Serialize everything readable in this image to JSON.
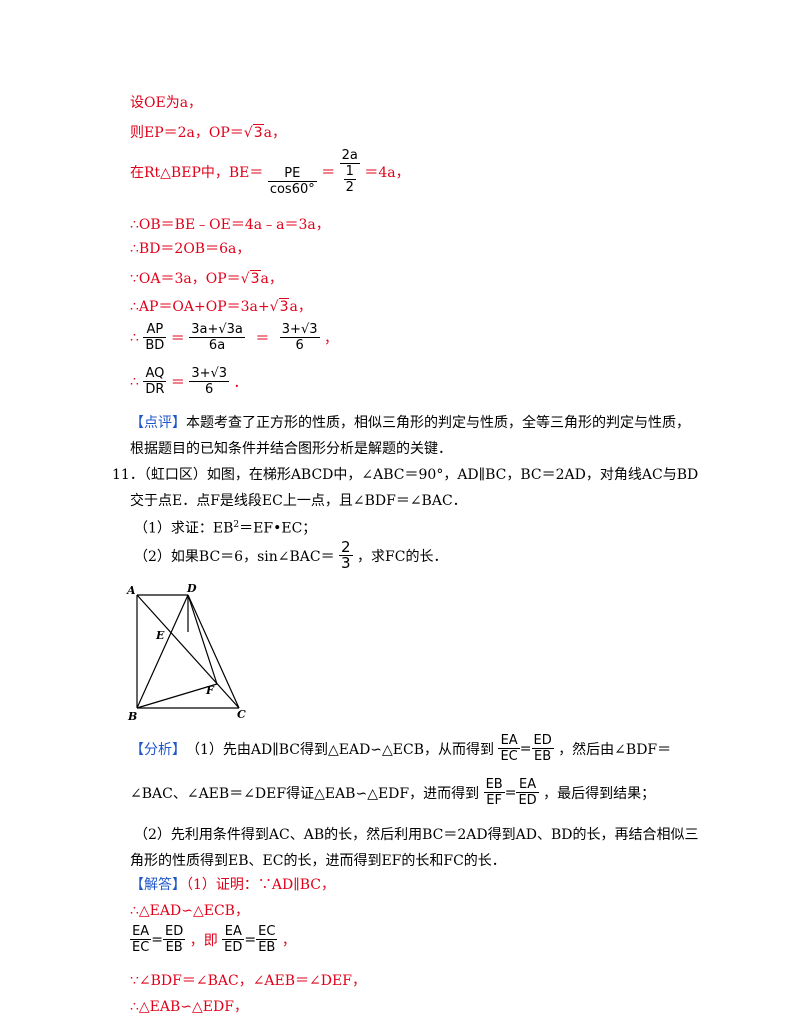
{
  "lines": {
    "l1": "设OE为a，",
    "l2a": "则EP＝2a，OP＝",
    "l2b": "3",
    "l2c": "a，",
    "l3a": "在Rt△BEP中，BE＝",
    "l3_frac_num": "PE",
    "l3_frac_den": "cos60°",
    "l3b": "＝",
    "l3_big_num": "2a",
    "l3_small_num": "1",
    "l3_small_den": "2",
    "l3c": "＝4a，",
    "l4": "∴OB＝BE﹣OE＝4a﹣a＝3a，",
    "l5": "∴BD＝2OB＝6a，",
    "l6a": "∵OA＝3a，OP＝",
    "l6b": "3",
    "l6c": "a，",
    "l7a": "∴AP＝OA+OP＝3a+",
    "l7b": "3",
    "l7c": "a，",
    "l8_prefix": "∴",
    "l8_f1_num": "AP",
    "l8_f1_den": "BD",
    "l8_eq1": "＝",
    "l8_f2_num": "3a+√3a",
    "l8_f2_den": "6a",
    "l8_eq2": "＝",
    "l8_f3_num": "3+√3",
    "l8_f3_den": "6",
    "l8_end": "，",
    "l9_prefix": "∴",
    "l9_f1_num": "AQ",
    "l9_f1_den": "DR",
    "l9_eq": "＝",
    "l9_f2_num": "3+√3",
    "l9_f2_den": "6",
    "l9_end": "．",
    "comment_tag": "【点评】",
    "comment_1": "本题考查了正方形的性质，相似三角形的判定与性质，全等三角形的判定与性质，",
    "comment_2": "根据题目的已知条件并结合图形分析是解题的关键．",
    "q11_1": "11．（虹口区）如图，在梯形ABCD中，∠ABC＝90°，AD∥BC，BC＝2AD，对角线AC与BD",
    "q11_2": "交于点E．点F是线段EC上一点，且∠BDF＝∠BAC．",
    "q11_3a": "（1）求证：EB",
    "q11_3sup": "2",
    "q11_3b": "＝EF•EC；",
    "q11_4a": "（2）如果BC＝6，sin∠BAC＝",
    "q11_4_num": "2",
    "q11_4_den": "3",
    "q11_4b": "，求FC的长．",
    "analysis_tag": "【分析】",
    "an1a": "（1）先由AD∥BC得到△EAD∽△ECB，从而得到",
    "an1_n1": "EA",
    "an1_d1": "EC",
    "an1_eq": "=",
    "an1_n2": "ED",
    "an1_d2": "EB",
    "an1b": "，然后由∠BDF＝",
    "an2a": "∠BAC、∠AEB＝∠DEF得证△EAB∽△EDF，进而得到",
    "an2_n1": "EB",
    "an2_d1": "EF",
    "an2_eq": "=",
    "an2_n2": "EA",
    "an2_d2": "ED",
    "an2b": "，最后得到结果；",
    "an3": "（2）先利用条件得到AC、AB的长，然后利用BC＝2AD得到AD、BD的长，再结合相似三",
    "an4": "角形的性质得到EB、EC的长，进而得到EF的长和FC的长．",
    "sol_tag": "【解答】",
    "sol1": "（1）证明：∵AD∥BC，",
    "sol2": "∴△EAD∽△ECB，",
    "sol3_n1": "EA",
    "sol3_d1": "EC",
    "sol3_eq1": "=",
    "sol3_n2": "ED",
    "sol3_d2": "EB",
    "sol3_mid": "，即",
    "sol3_n3": "EA",
    "sol3_d3": "ED",
    "sol3_eq2": "=",
    "sol3_n4": "EC",
    "sol3_d4": "EB",
    "sol3_end": "，",
    "sol4": "∵∠BDF＝∠BAC，∠AEB＝∠DEF，",
    "sol5": "∴△EAB∽△EDF，"
  },
  "figure": {
    "label_a": "A",
    "label_d": "D",
    "label_e": "E",
    "label_f": "F",
    "label_b": "B",
    "label_c": "C"
  },
  "colors": {
    "red": "#e0001a",
    "blue": "#1f56c8",
    "text": "#000000"
  }
}
